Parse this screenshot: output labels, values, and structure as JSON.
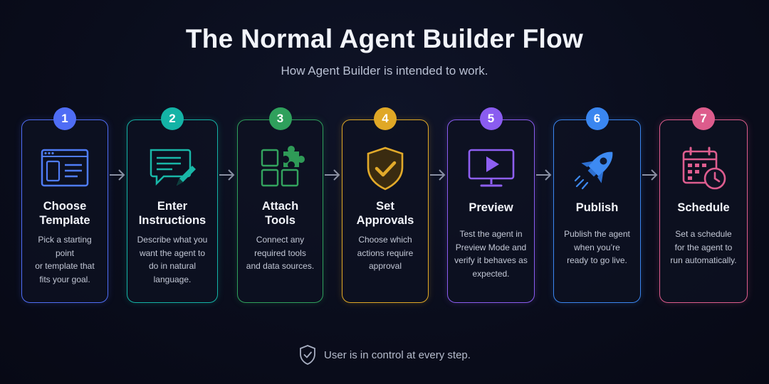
{
  "title": "The Normal Agent Builder Flow",
  "subtitle": "How Agent Builder is intended to work.",
  "steps": [
    {
      "number": "1",
      "title_lines": [
        "Choose",
        "Template"
      ],
      "desc_lines": [
        "Pick a starting point",
        "or template that",
        "fits your goal."
      ],
      "color": "#4f6df5",
      "icon": "template-window-icon"
    },
    {
      "number": "2",
      "title_lines": [
        "Enter",
        "Instructions"
      ],
      "desc_lines": [
        "Describe what you",
        "want the agent to",
        "do in natural",
        "language."
      ],
      "color": "#14b3a6",
      "icon": "chat-pencil-icon"
    },
    {
      "number": "3",
      "title_lines": [
        "Attach",
        "Tools"
      ],
      "desc_lines": [
        "Connect any",
        "required tools",
        "and data sources."
      ],
      "color": "#2fa05c",
      "icon": "puzzle-icon"
    },
    {
      "number": "4",
      "title_lines": [
        "Set",
        "Approvals"
      ],
      "desc_lines": [
        "Choose which",
        "actions require",
        "approval"
      ],
      "color": "#e0a826",
      "icon": "shield-check-icon"
    },
    {
      "number": "5",
      "title_lines": [
        "Preview"
      ],
      "desc_lines": [
        "Test the agent in",
        "Preview Mode and",
        "verify it behaves as",
        "expected."
      ],
      "color": "#8a5cf0",
      "icon": "monitor-play-icon"
    },
    {
      "number": "6",
      "title_lines": [
        "Publish"
      ],
      "desc_lines": [
        "Publish the agent",
        "when you’re",
        "ready to go live."
      ],
      "color": "#3a86f0",
      "icon": "rocket-icon"
    },
    {
      "number": "7",
      "title_lines": [
        "Schedule"
      ],
      "desc_lines": [
        "Set a schedule",
        "for the agent to",
        "run automatically."
      ],
      "color": "#dd5c8c",
      "icon": "calendar-clock-icon"
    }
  ],
  "footer": {
    "text": "User is in control at every step.",
    "icon": "shield-check-outline-icon"
  }
}
